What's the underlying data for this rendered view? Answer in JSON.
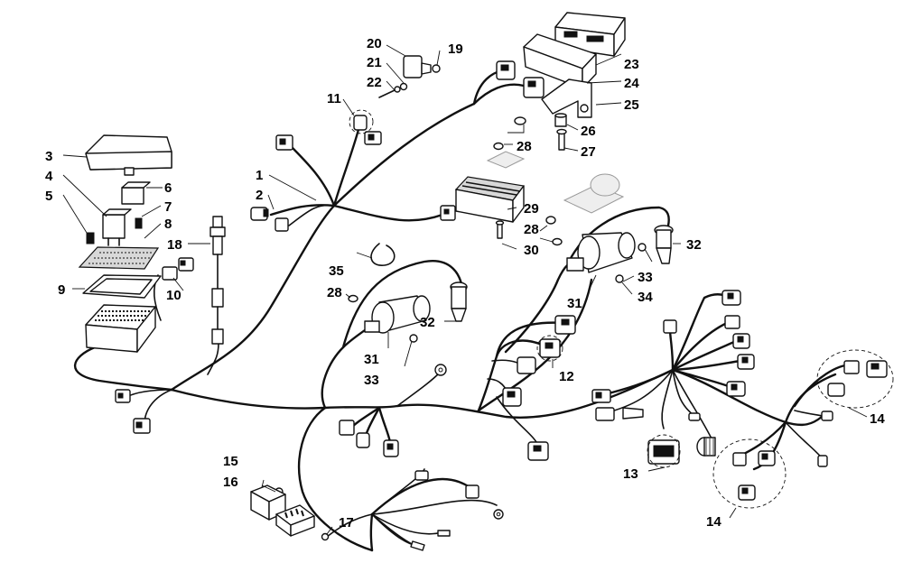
{
  "callouts": [
    {
      "id": "c1",
      "text": "1"
    },
    {
      "id": "c2",
      "text": "2"
    },
    {
      "id": "c3",
      "text": "3"
    },
    {
      "id": "c4",
      "text": "4"
    },
    {
      "id": "c5",
      "text": "5"
    },
    {
      "id": "c6",
      "text": "6"
    },
    {
      "id": "c7",
      "text": "7"
    },
    {
      "id": "c8",
      "text": "8"
    },
    {
      "id": "c9",
      "text": "9"
    },
    {
      "id": "c10",
      "text": "10"
    },
    {
      "id": "c11",
      "text": "11"
    },
    {
      "id": "c12",
      "text": "12"
    },
    {
      "id": "c13",
      "text": "13"
    },
    {
      "id": "c14a",
      "text": "14"
    },
    {
      "id": "c14b",
      "text": "14"
    },
    {
      "id": "c15",
      "text": "15"
    },
    {
      "id": "c16",
      "text": "16"
    },
    {
      "id": "c17",
      "text": "17"
    },
    {
      "id": "c18",
      "text": "18"
    },
    {
      "id": "c19",
      "text": "19"
    },
    {
      "id": "c20",
      "text": "20"
    },
    {
      "id": "c21",
      "text": "21"
    },
    {
      "id": "c22",
      "text": "22"
    },
    {
      "id": "c23",
      "text": "23"
    },
    {
      "id": "c24",
      "text": "24"
    },
    {
      "id": "c25",
      "text": "25"
    },
    {
      "id": "c26",
      "text": "26"
    },
    {
      "id": "c27",
      "text": "27"
    },
    {
      "id": "c28a",
      "text": "28"
    },
    {
      "id": "c28b",
      "text": "28"
    },
    {
      "id": "c28c",
      "text": "28"
    },
    {
      "id": "c29",
      "text": "29"
    },
    {
      "id": "c30",
      "text": "30"
    },
    {
      "id": "c31a",
      "text": "31"
    },
    {
      "id": "c31b",
      "text": "31"
    },
    {
      "id": "c32a",
      "text": "32"
    },
    {
      "id": "c32b",
      "text": "32"
    },
    {
      "id": "c33a",
      "text": "33"
    },
    {
      "id": "c33b",
      "text": "33"
    },
    {
      "id": "c34",
      "text": "34"
    },
    {
      "id": "c35",
      "text": "35"
    }
  ]
}
